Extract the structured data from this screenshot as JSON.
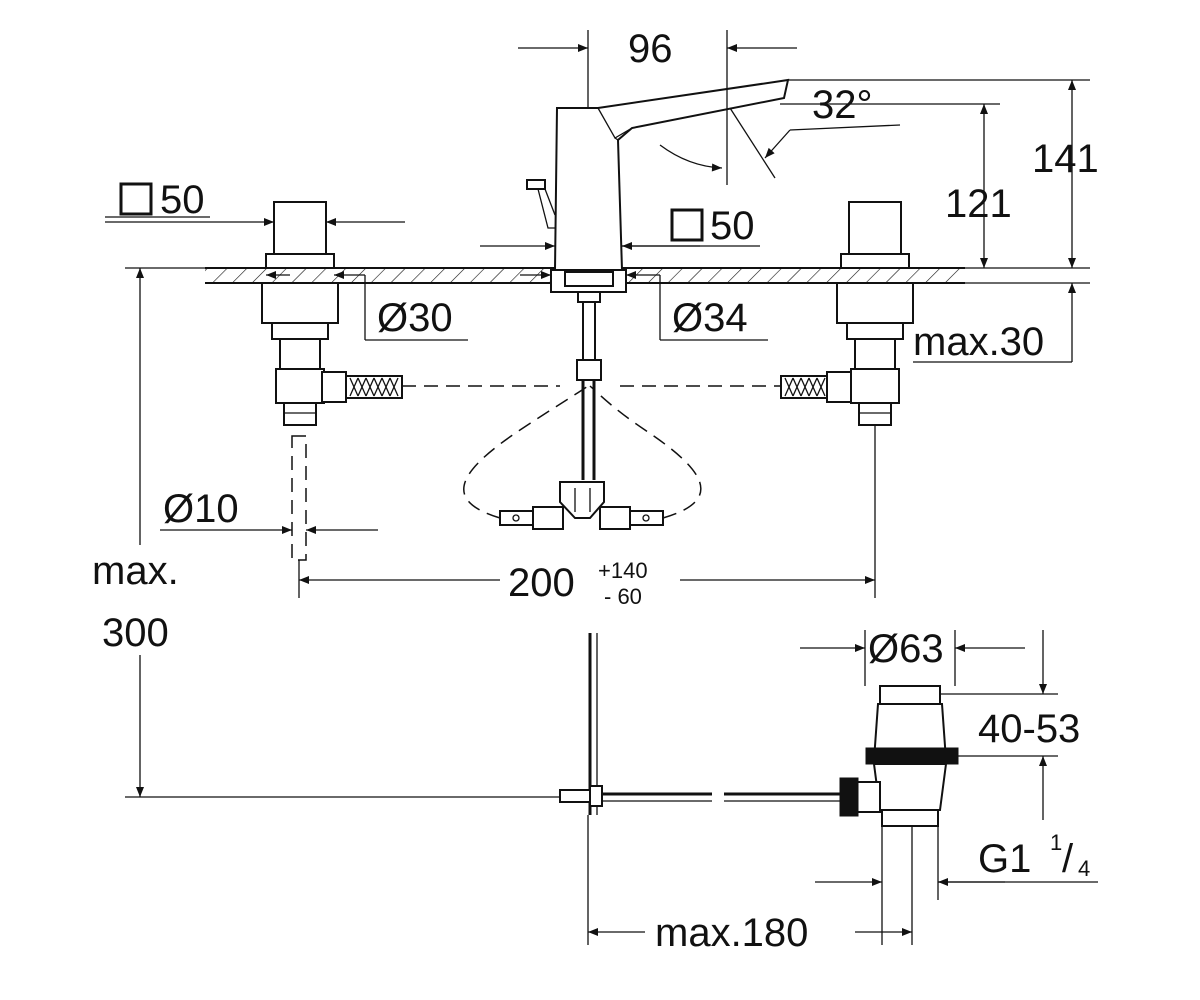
{
  "dimensions": {
    "spout_reach": "96",
    "spout_angle": "32°",
    "height_total": "141",
    "height_spout": "121",
    "handle_square": "50",
    "spout_square": "50",
    "hole_left": "Ø30",
    "hole_center": "Ø34",
    "deck_thickness": "max.30",
    "connection_pipe": "Ø10",
    "spread_value": "200",
    "spread_plus": "+140",
    "spread_minus": "- 60",
    "depth_label_1": "max.",
    "depth_label_2": "300",
    "drain_diameter": "Ø63",
    "drain_height": "40-53",
    "thread_main": "G1",
    "thread_num": "1",
    "thread_den": "4",
    "drain_offset": "max.180"
  },
  "icons": {
    "square_symbol": "square-icon",
    "arrow": "arrow-icon"
  },
  "colors": {
    "line": "#111111",
    "background": "#ffffff"
  }
}
